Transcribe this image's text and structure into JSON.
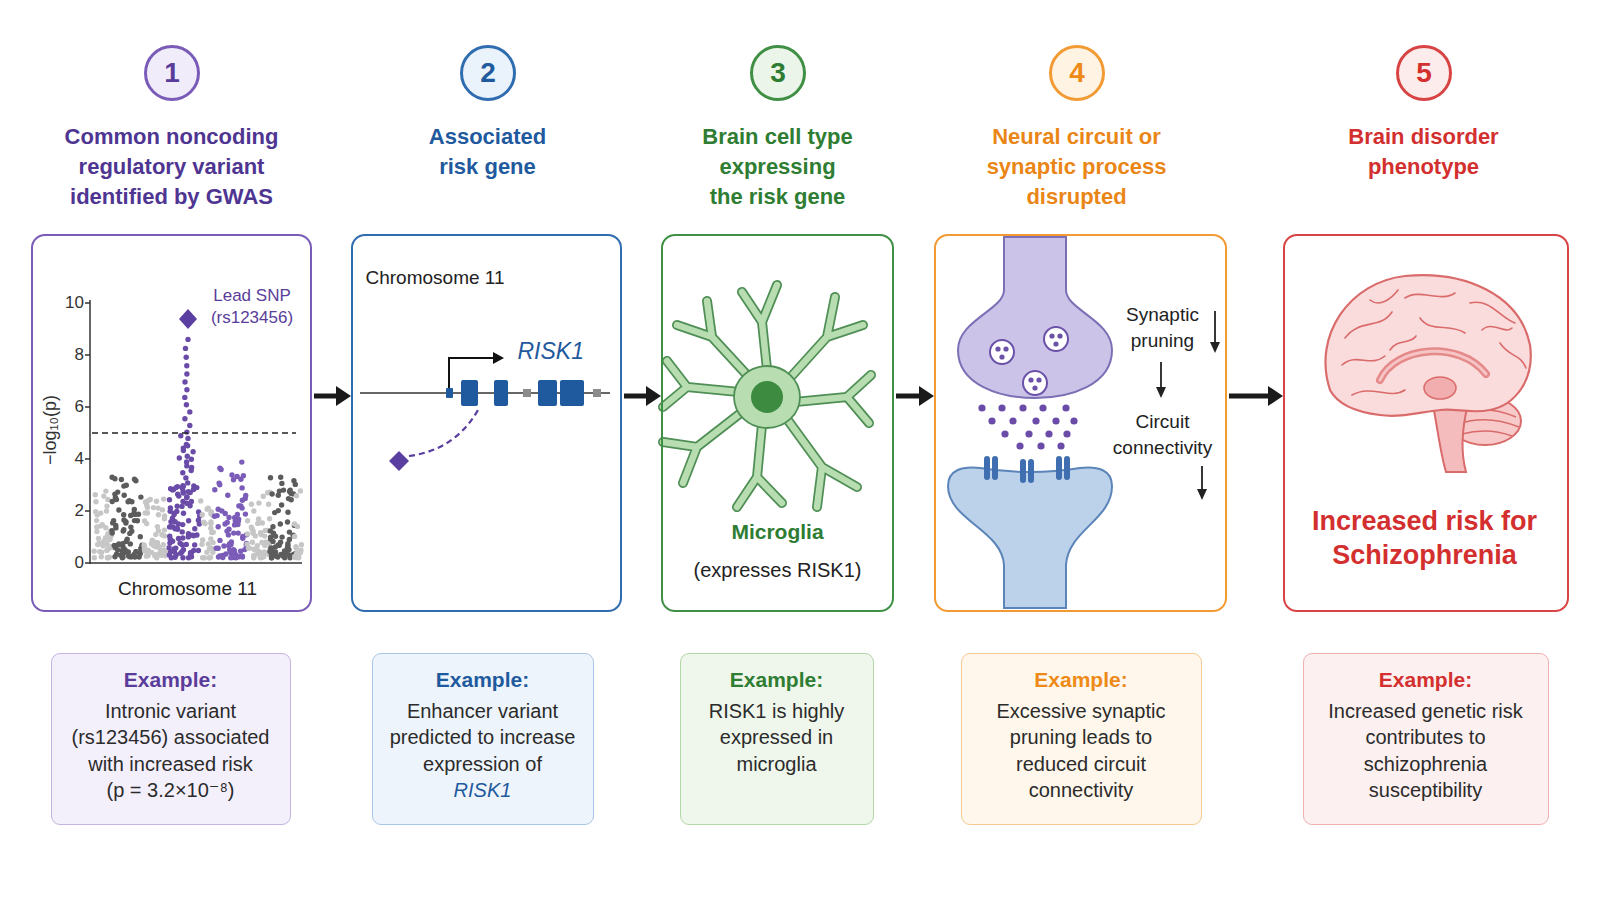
{
  "diagram": {
    "nodes": [
      {
        "text": [
          "1"
        ]
      },
      {
        "text": [
          "Common noncoding regulatory variant identified by GWAS",
          "Lead SNP (rs123456)",
          "Chromosome 11"
        ]
      },
      {
        "text": [
          "Example:",
          "Intronic variant (rs123456) associated with increased risk (p = 3.2×10⁻⁸)"
        ]
      },
      {
        "text": [
          "2"
        ]
      },
      {
        "text": [
          "Associated risk gene",
          "Chromosome 11",
          "RISK1"
        ]
      },
      {
        "text": [
          "Example:",
          "Enhancer variant predicted to increase expression of",
          "RISK1"
        ]
      },
      {
        "text": [
          "3"
        ]
      },
      {
        "text": [
          "Brain cell type expressing the risk gene",
          "Microglia",
          "(expresses RISK1)"
        ]
      },
      {
        "text": [
          "Example:",
          "RISK1 is highly expressed in microglia"
        ]
      },
      {
        "text": [
          "4"
        ]
      },
      {
        "text": [
          "Neural circuit or synaptic process disrupted",
          "Synaptic pruning",
          "Circuit connectivity"
        ]
      },
      {
        "text": [
          "Example:",
          "Excessive synaptic pruning leads to reduced circuit connectivity"
        ]
      },
      {
        "text": [
          "5"
        ]
      },
      {
        "text": [
          "Brain disorder phenotype",
          "Increased risk for Schizophrenia"
        ]
      },
      {
        "text": [
          "Example:",
          "Increased genetic risk contributes to schizophrenia susceptibility"
        ]
      }
    ],
    "edges": [
      {
        "from": 1,
        "to": 4,
        "arrow": "to"
      },
      {
        "from": 4,
        "to": 7,
        "arrow": "to"
      },
      {
        "from": 7,
        "to": 10,
        "arrow": "to"
      },
      {
        "from": 10,
        "to": 13,
        "arrow": "to"
      }
    ],
    "labels": [
      "−log₁₀(p)",
      "10",
      "8",
      "6",
      "4",
      "2",
      "0"
    ]
  }
}
